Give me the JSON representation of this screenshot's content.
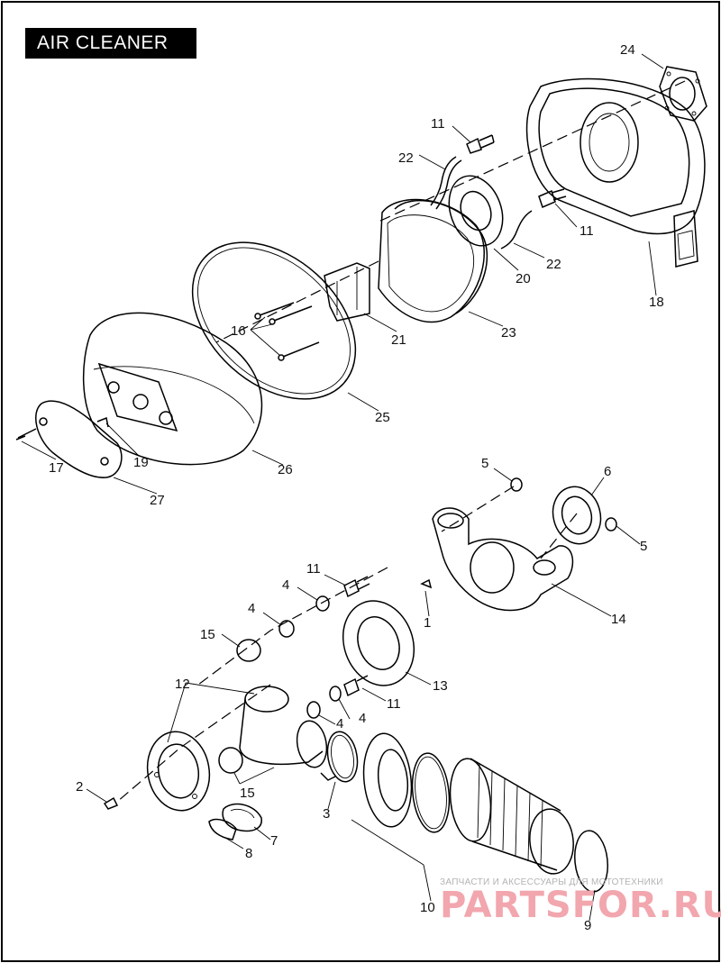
{
  "title": "AIR CLEANER",
  "callouts": [
    "24",
    "11",
    "22",
    "20",
    "11",
    "22",
    "18",
    "21",
    "23",
    "16",
    "25",
    "19",
    "17",
    "26",
    "27",
    "5",
    "6",
    "11",
    "4",
    "4",
    "15",
    "5",
    "1",
    "14",
    "13",
    "12",
    "11",
    "4",
    "4",
    "2",
    "15",
    "3",
    "7",
    "8",
    "10",
    "9"
  ],
  "watermark": {
    "subtitle": "ЗАПЧАСТИ И АКСЕССУАРЫ ДЛЯ МОТОТЕХНИКИ",
    "brand": "PARTSFOR.RU"
  }
}
